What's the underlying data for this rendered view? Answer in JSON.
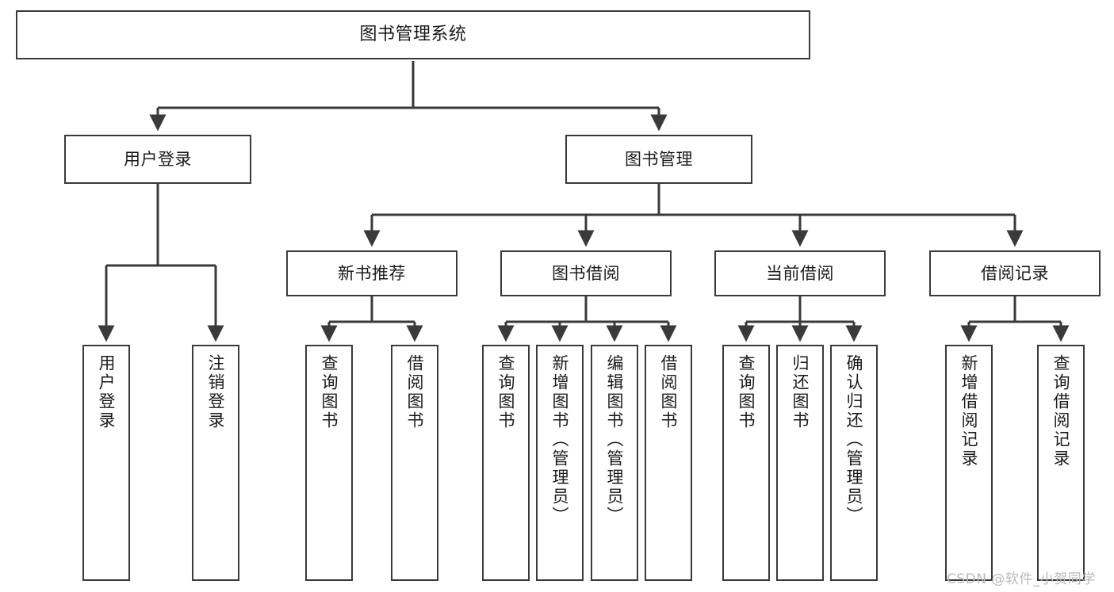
{
  "diagram": {
    "type": "hierarchy-tree",
    "title_node": {
      "label": "图书管理系统"
    },
    "level2": [
      {
        "id": "user-login",
        "label": "用户登录"
      },
      {
        "id": "book-management",
        "label": "图书管理"
      }
    ],
    "level3": [
      {
        "id": "new-book-recommend",
        "label": "新书推荐",
        "parent": "book-management"
      },
      {
        "id": "book-borrow",
        "label": "图书借阅",
        "parent": "book-management"
      },
      {
        "id": "current-borrow",
        "label": "当前借阅",
        "parent": "book-management"
      },
      {
        "id": "borrow-record",
        "label": "借阅记录",
        "parent": "book-management"
      }
    ],
    "leaves": [
      {
        "id": "leaf-user-login",
        "label": "用户登录",
        "parent": "user-login"
      },
      {
        "id": "leaf-logout-login",
        "label": "注销登录",
        "parent": "user-login"
      },
      {
        "id": "leaf-query-book-1",
        "label": "查询图书",
        "parent": "new-book-recommend"
      },
      {
        "id": "leaf-borrow-book-1",
        "label": "借阅图书",
        "parent": "new-book-recommend"
      },
      {
        "id": "leaf-query-book-2",
        "label": "查询图书",
        "parent": "book-borrow"
      },
      {
        "id": "leaf-add-book",
        "label": "新增图书（管理员）",
        "parent": "book-borrow"
      },
      {
        "id": "leaf-edit-book",
        "label": "编辑图书（管理员）",
        "parent": "book-borrow"
      },
      {
        "id": "leaf-borrow-book-2",
        "label": "借阅图书",
        "parent": "book-borrow"
      },
      {
        "id": "leaf-query-book-3",
        "label": "查询图书",
        "parent": "current-borrow"
      },
      {
        "id": "leaf-return-book",
        "label": "归还图书",
        "parent": "current-borrow"
      },
      {
        "id": "leaf-confirm-return",
        "label": "确认归还（管理员）",
        "parent": "current-borrow"
      },
      {
        "id": "leaf-add-record",
        "label": "新增借阅记录",
        "parent": "borrow-record"
      },
      {
        "id": "leaf-query-record",
        "label": "查询借阅记录",
        "parent": "borrow-record"
      }
    ],
    "colors": {
      "stroke": "#3a3a3a",
      "text": "#1b1b1b",
      "background": "#ffffff",
      "watermark": "#b9b9b9"
    }
  },
  "watermark": {
    "text": "CSDN @软件_小贺同学"
  }
}
